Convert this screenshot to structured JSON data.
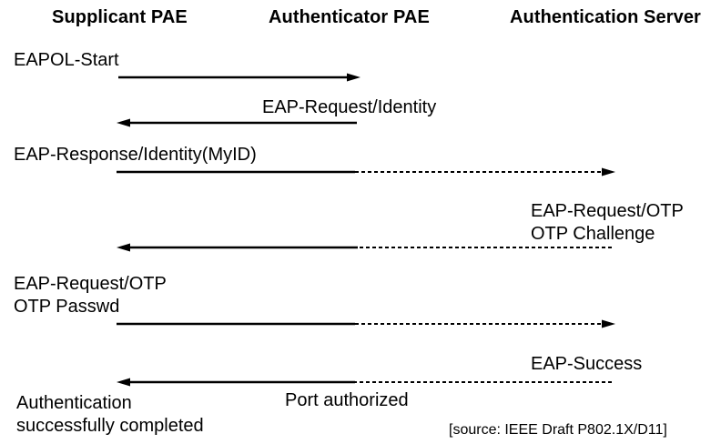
{
  "colors": {
    "background": "#ffffff",
    "foreground": "#000000"
  },
  "columns": {
    "supplicant": "Supplicant PAE",
    "authenticator": "Authenticator PAE",
    "auth_server": "Authentication Server"
  },
  "messages": {
    "eapol_start": "EAPOL-Start",
    "eap_request_identity": "EAP-Request/Identity",
    "eap_response_identity": "EAP-Response/Identity(MyID)",
    "eap_request_otp_line1": "EAP-Request/OTP",
    "eap_request_otp_line2": "OTP Challenge",
    "eap_response_otp_line1": "EAP-Request/OTP",
    "eap_response_otp_line2": "OTP Passwd",
    "eap_success": "EAP-Success",
    "port_authorized": "Port authorized"
  },
  "notes": {
    "completion_line1": "Authentication",
    "completion_line2": "successfully completed",
    "source": "[source: IEEE Draft P802.1X/D11]"
  }
}
